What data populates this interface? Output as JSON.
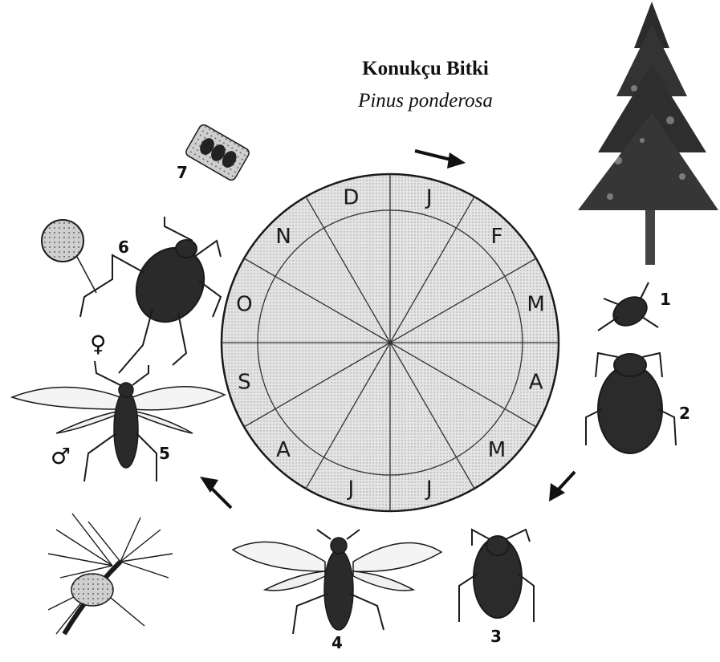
{
  "title": "Konukçu Bitki",
  "subtitle": "Pinus ponderosa",
  "months": [
    "J",
    "F",
    "M",
    "A",
    "M",
    "J",
    "J",
    "A",
    "S",
    "O",
    "N",
    "D"
  ],
  "stages": [
    "1",
    "2",
    "3",
    "4",
    "5",
    "6",
    "7"
  ],
  "sex_symbols": {
    "female": "♀",
    "male": "♂"
  },
  "colors": {
    "ink": "#1a1a1a",
    "dial_fill": "#dcdcdc",
    "paper": "#ffffff"
  },
  "icons": [
    "pine-tree-icon",
    "pine-branch-cone-icon",
    "nymph-icon",
    "winged-aphid-icon",
    "egg-bark-icon",
    "magnifier-icon",
    "arrow-icon"
  ]
}
